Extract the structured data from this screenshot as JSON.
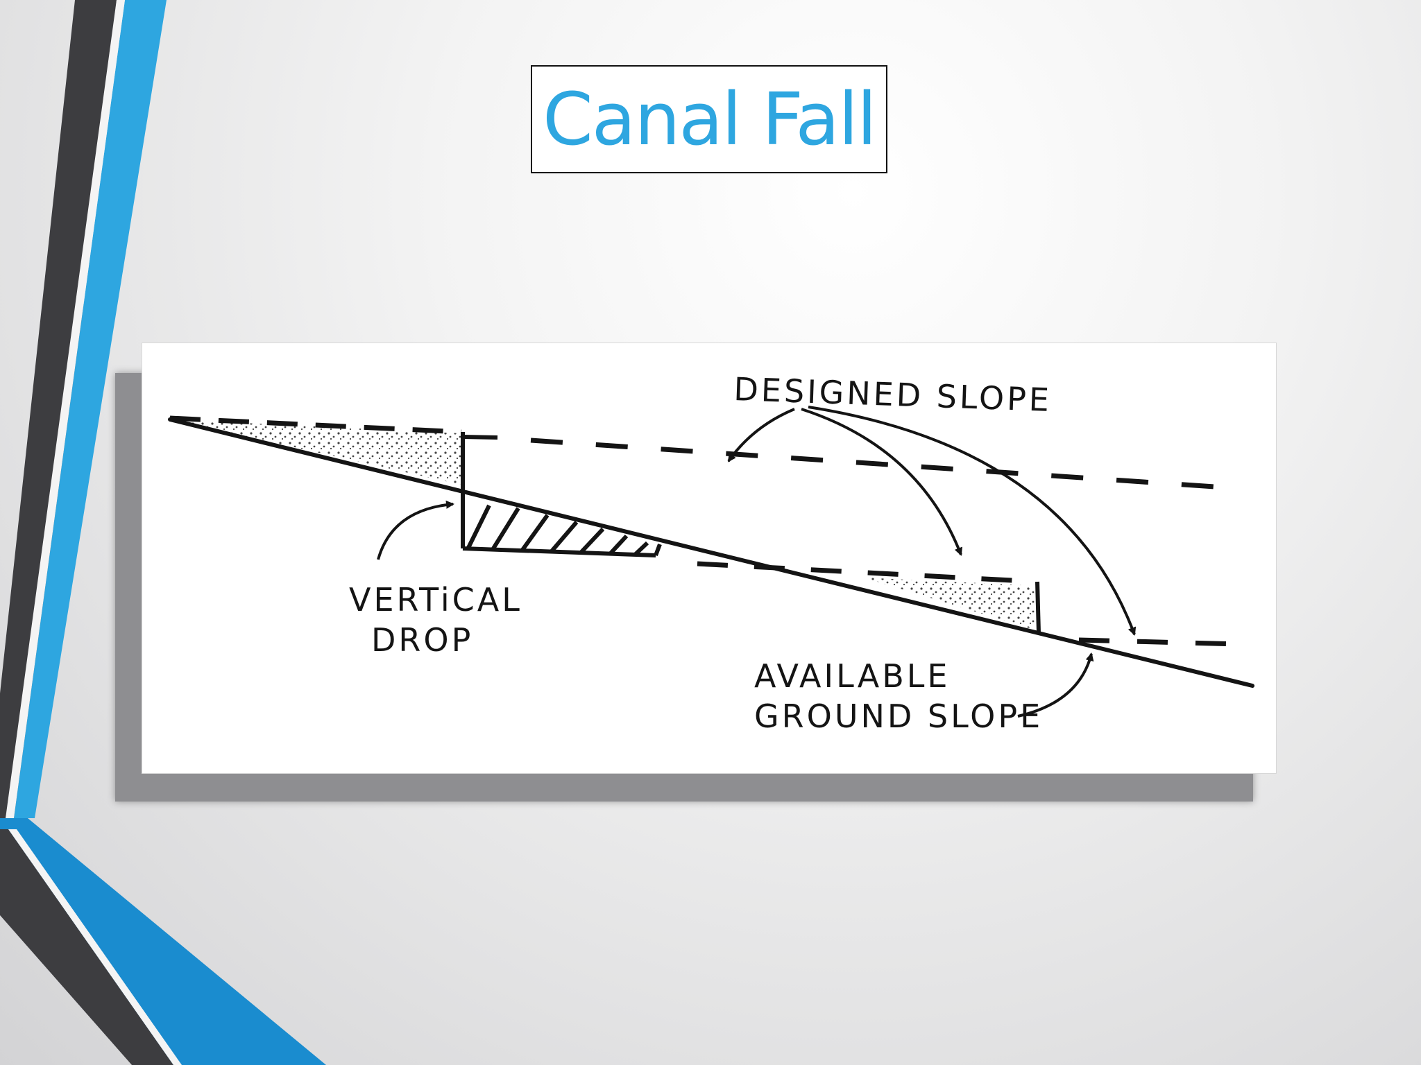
{
  "slide": {
    "title": "Canal Fall",
    "accent_color": "#2ea6e0",
    "dark_color": "#3d3d40"
  },
  "diagram": {
    "labels": {
      "designed_slope": "DESIGNED SLOPE",
      "vertical_drop_line1": "VERTiCAL",
      "vertical_drop_line2": "DROP",
      "available_line1": "AVAILABLE",
      "available_line2": "GROUND SLOPE"
    }
  }
}
